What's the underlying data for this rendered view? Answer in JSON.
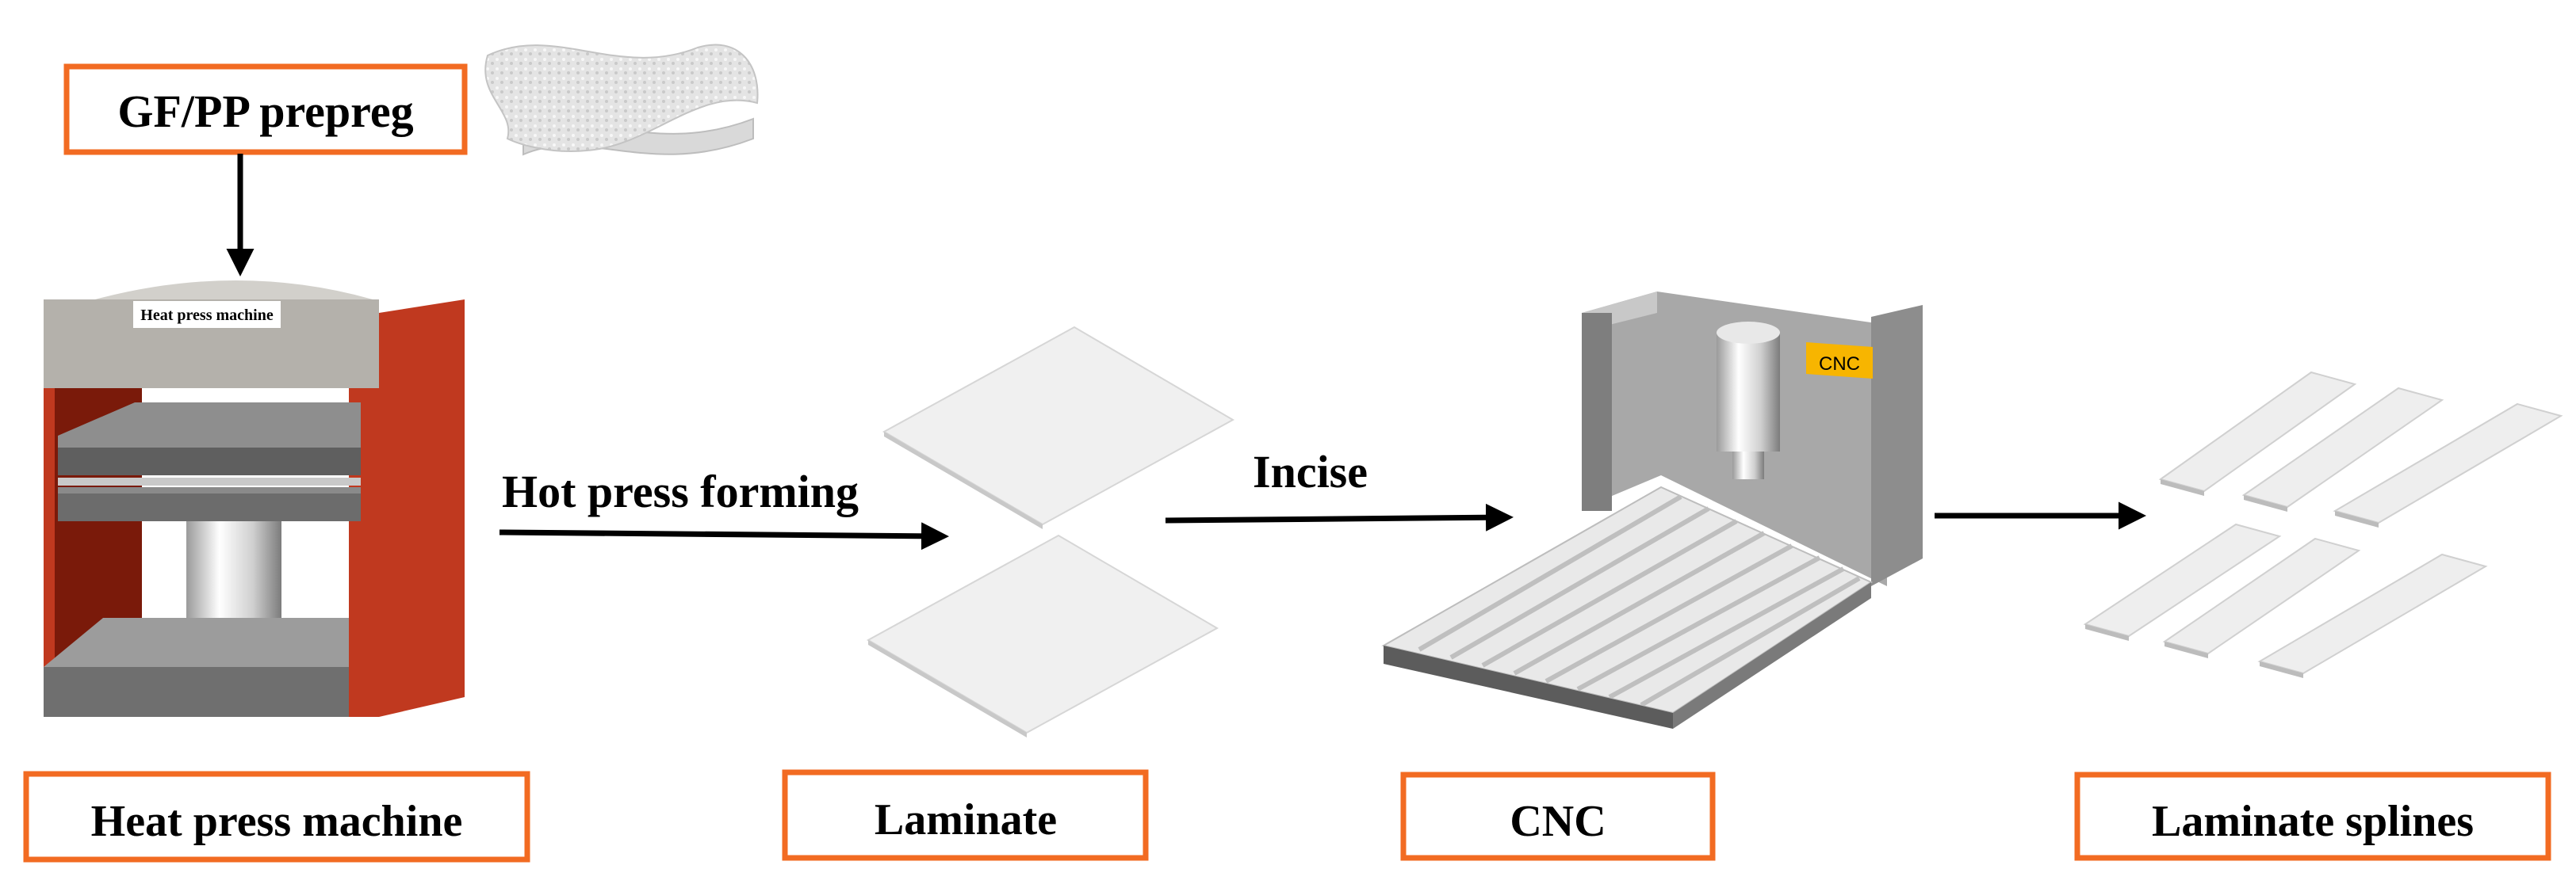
{
  "labels": {
    "prepreg": "GF/PP prepreg",
    "heat_press_machine": "Heat press machine",
    "machine_plate": "Heat press machine",
    "hot_press_forming": "Hot press forming",
    "laminate": "Laminate",
    "incise": "Incise",
    "cnc": "CNC",
    "cnc_tag": "CNC",
    "laminate_splines": "Laminate splines"
  },
  "colors": {
    "box_border": "#f26b22",
    "press_red": "#c0391f",
    "press_dark_red": "#7a1a0a",
    "cnc_tag": "#f7b500"
  }
}
